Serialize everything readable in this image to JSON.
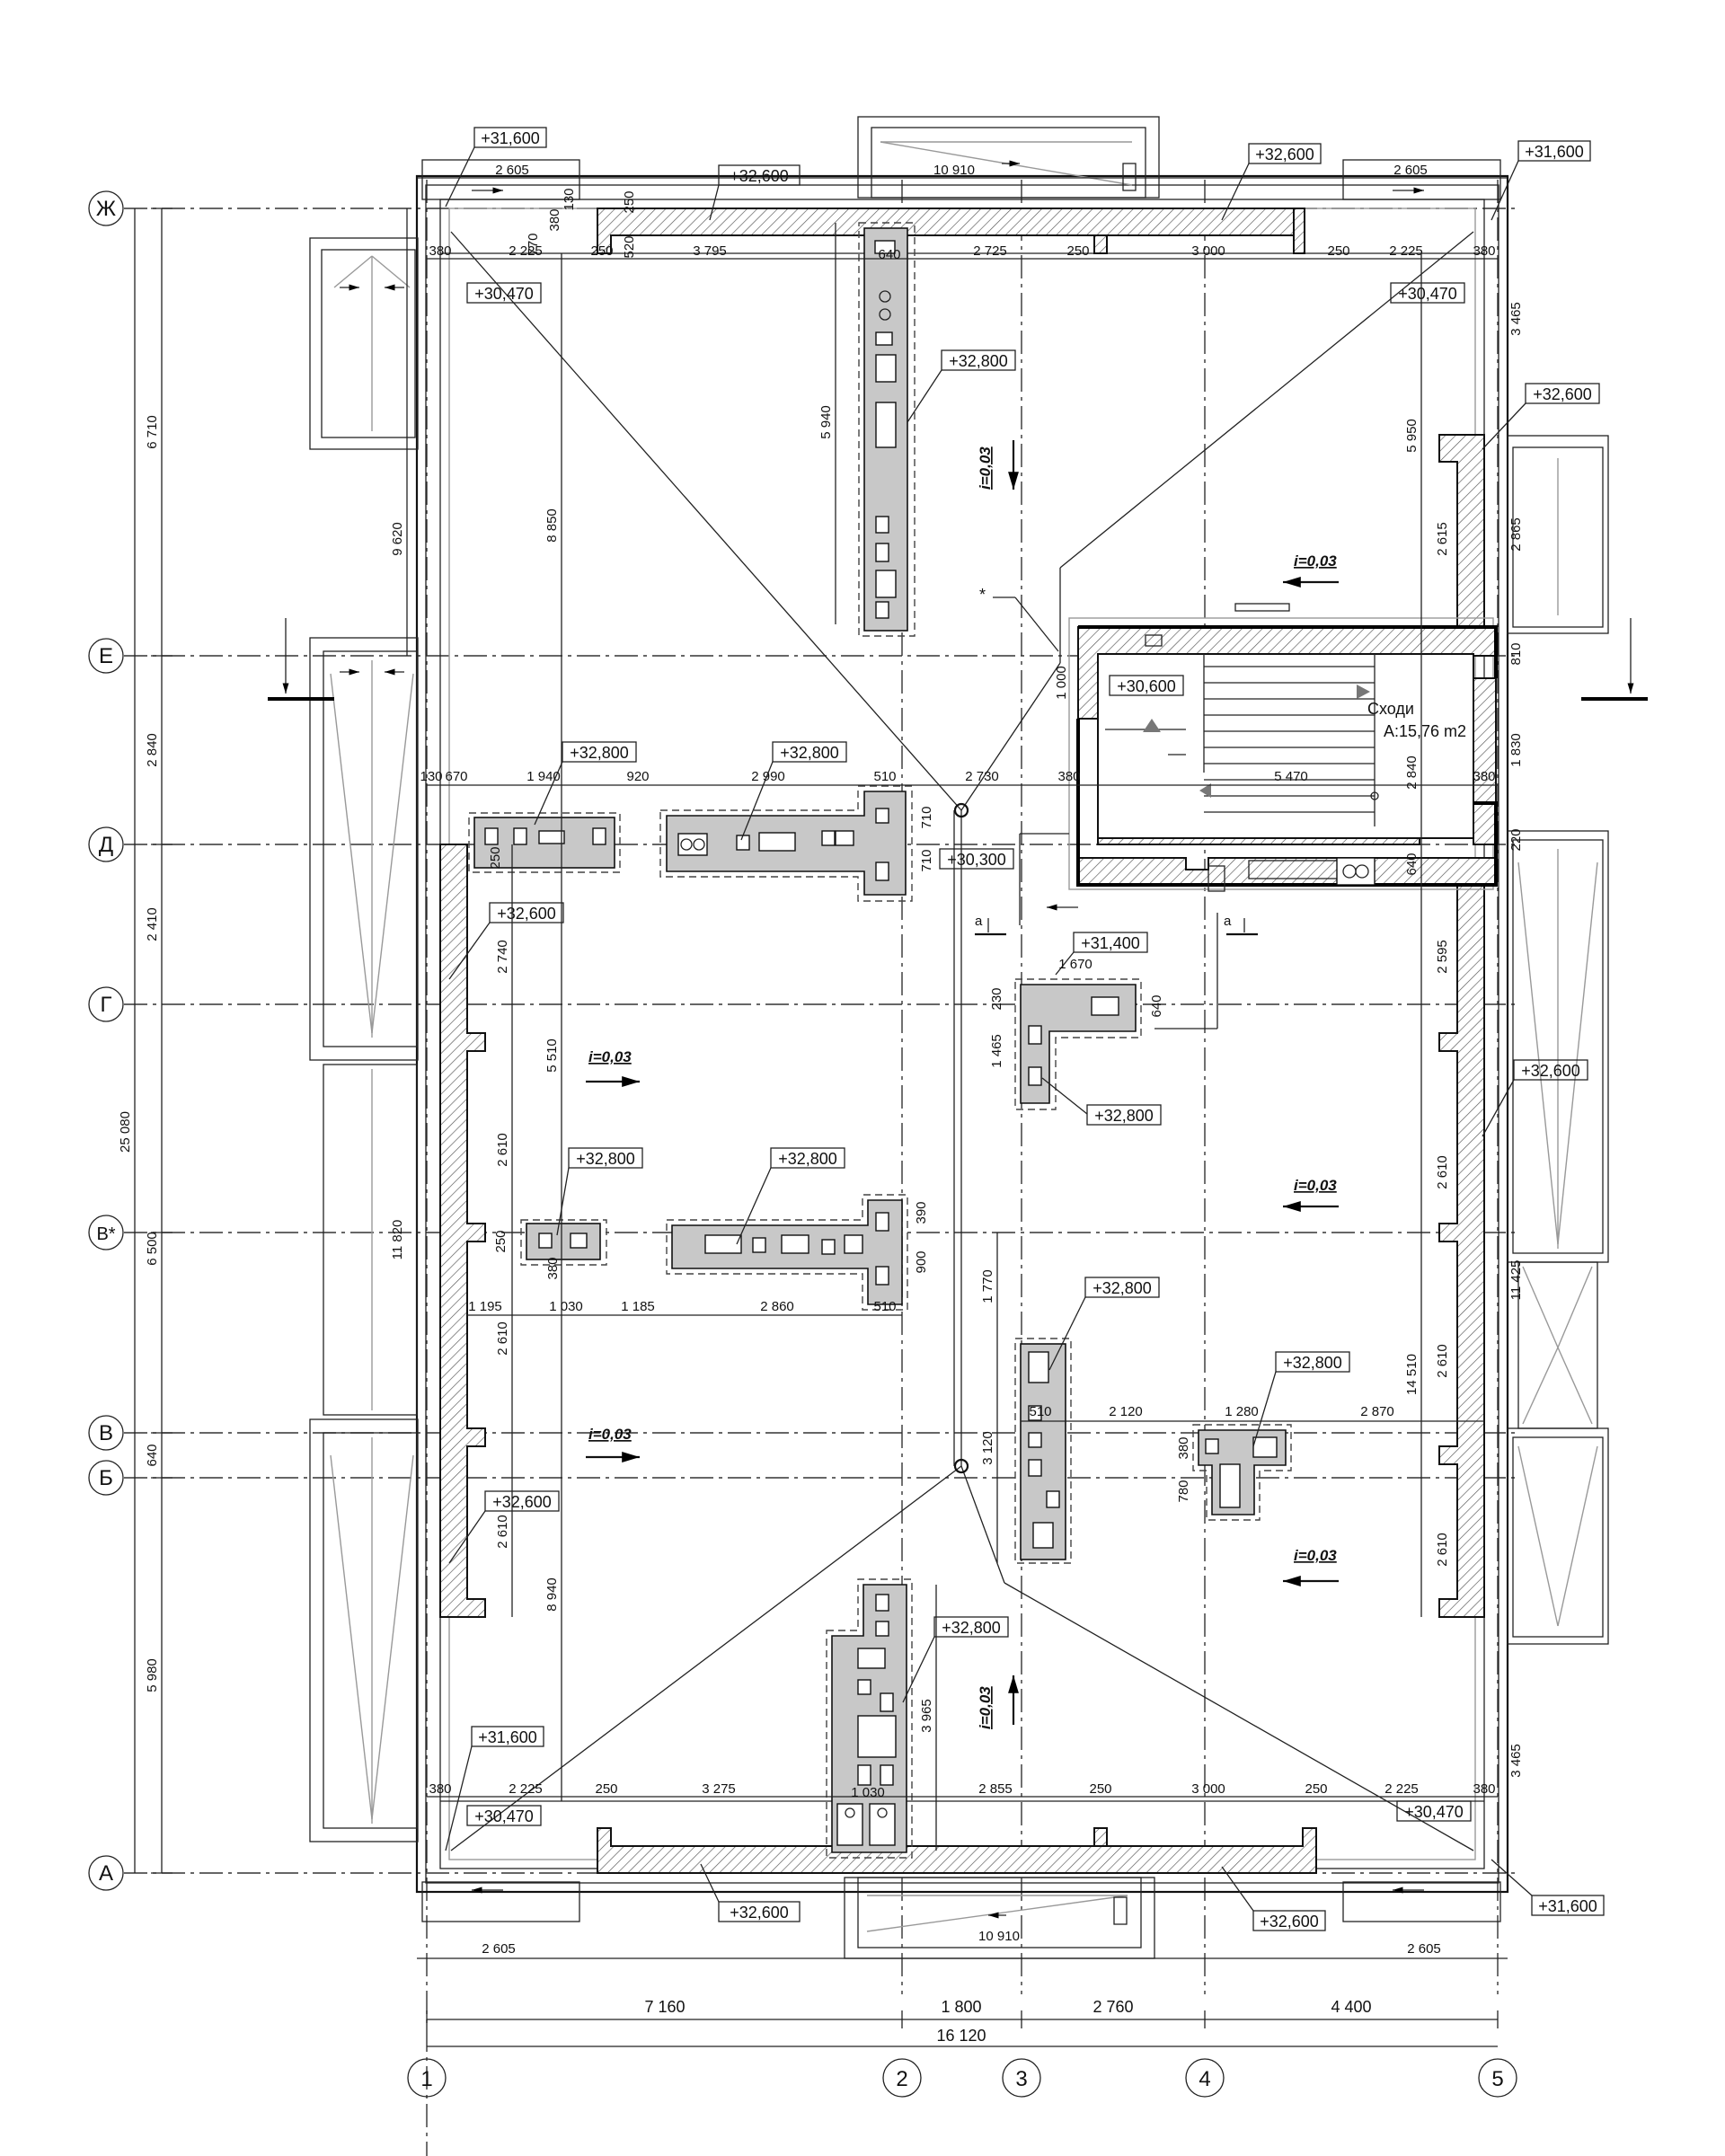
{
  "axes_rows": [
    "Ж",
    "Е",
    "Д",
    "Г",
    "В*",
    "В",
    "Б",
    "А"
  ],
  "axes_cols": [
    "1",
    "2",
    "3",
    "4",
    "5"
  ],
  "left_dims": {
    "outer": [
      "6 710",
      "2 840",
      "2 410",
      "6 500",
      "640",
      "5 980"
    ],
    "total": "25 080",
    "inner": [
      "9 620",
      "11 820"
    ]
  },
  "bottom_dims": {
    "chain": [
      "7 160",
      "1 800",
      "2 760",
      "4 400"
    ],
    "total": "16 120",
    "small": [
      "2 605",
      "10 910",
      "2 605"
    ]
  },
  "top_dims": {
    "small": [
      "2 605",
      "10 910",
      "2 605"
    ],
    "row": [
      "380",
      "2 225",
      "250",
      "3 795",
      "640",
      "2 725",
      "250",
      "3 000",
      "250",
      "2 225",
      "380"
    ],
    "verticals": [
      "380",
      "770",
      "130",
      "250",
      "520"
    ]
  },
  "bottom_inner_dims": [
    "380",
    "2 225",
    "250",
    "3 275",
    "1 030",
    "2 855",
    "250",
    "3 000",
    "250",
    "2 225",
    "380"
  ],
  "row_d_dims": [
    "130",
    "670",
    "1 940",
    "920",
    "2 990",
    "510",
    "2 730",
    "380",
    "5 470",
    "380"
  ],
  "row_v_dims": [
    "1 195",
    "1 030",
    "1 185",
    "2 860",
    "510"
  ],
  "right_dims": [
    "3 465",
    "5 950",
    "2 615",
    "2 865",
    "810",
    "1 830",
    "220",
    "2 595",
    "2 610",
    "14 510",
    "11 425",
    "2 610",
    "2 610",
    "3 465"
  ],
  "inner_dims": [
    "5 940",
    "8 850",
    "5 510",
    "8 940",
    "2 740",
    "2 610",
    "2 610",
    "2 610",
    "1 000",
    "2 840",
    "1 670",
    "230",
    "1 465",
    "640",
    "1 770",
    "3 120",
    "510",
    "2 120",
    "1 280",
    "2 870",
    "380",
    "780",
    "3 965",
    "1 030",
    "710",
    "710",
    "640",
    "250",
    "390",
    "900",
    "380",
    "250"
  ],
  "elevations": {
    "parapet_top": "+32,600",
    "corner": "+31,600",
    "roof_low": "+30,470",
    "vent_stack": "+32,800",
    "stair_top": "+30,600",
    "drain": "+30,300",
    "lift_top": "+31,400"
  },
  "stair": {
    "name": "Сходи",
    "area": "A:15,76 m2"
  },
  "slope": "i=0,03",
  "section_mark": "a",
  "note_marker": "*",
  "colors": {
    "wall_hatch": "#555555",
    "block_fill": "#c8c8c8",
    "line": "#111111"
  }
}
